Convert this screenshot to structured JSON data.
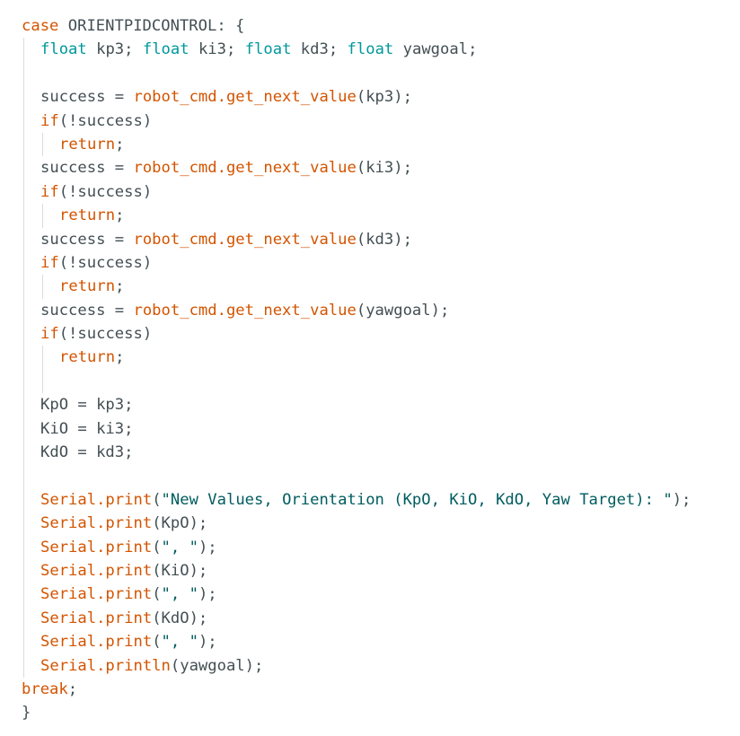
{
  "colors": {
    "background": "#ffffff",
    "default_text": "#434f54",
    "keyword": "#d35400",
    "type": "#00979c",
    "function": "#d35400",
    "string": "#005c5f",
    "indent_guide": "#d8dcde"
  },
  "code": {
    "lines": [
      {
        "indent": 0,
        "tokens": [
          {
            "k": "kw",
            "t": "case"
          },
          {
            "k": "id",
            "t": " ORIENTPIDCONTROL: {"
          }
        ]
      },
      {
        "indent": 1,
        "tokens": [
          {
            "k": "tp",
            "t": "float"
          },
          {
            "k": "id",
            "t": " kp3; "
          },
          {
            "k": "tp",
            "t": "float"
          },
          {
            "k": "id",
            "t": " ki3; "
          },
          {
            "k": "tp",
            "t": "float"
          },
          {
            "k": "id",
            "t": " kd3; "
          },
          {
            "k": "tp",
            "t": "float"
          },
          {
            "k": "id",
            "t": " yawgoal;"
          }
        ]
      },
      {
        "indent": 1,
        "tokens": []
      },
      {
        "indent": 1,
        "tokens": [
          {
            "k": "id",
            "t": "success = "
          },
          {
            "k": "fn",
            "t": "robot_cmd.get_next_value"
          },
          {
            "k": "id",
            "t": "(kp3);"
          }
        ]
      },
      {
        "indent": 1,
        "tokens": [
          {
            "k": "kw",
            "t": "if"
          },
          {
            "k": "id",
            "t": "(!success)"
          }
        ]
      },
      {
        "indent": 2,
        "tokens": [
          {
            "k": "kw",
            "t": "return"
          },
          {
            "k": "id",
            "t": ";"
          }
        ]
      },
      {
        "indent": 1,
        "tokens": [
          {
            "k": "id",
            "t": "success = "
          },
          {
            "k": "fn",
            "t": "robot_cmd.get_next_value"
          },
          {
            "k": "id",
            "t": "(ki3);"
          }
        ]
      },
      {
        "indent": 1,
        "tokens": [
          {
            "k": "kw",
            "t": "if"
          },
          {
            "k": "id",
            "t": "(!success)"
          }
        ]
      },
      {
        "indent": 2,
        "tokens": [
          {
            "k": "kw",
            "t": "return"
          },
          {
            "k": "id",
            "t": ";"
          }
        ]
      },
      {
        "indent": 1,
        "tokens": [
          {
            "k": "id",
            "t": "success = "
          },
          {
            "k": "fn",
            "t": "robot_cmd.get_next_value"
          },
          {
            "k": "id",
            "t": "(kd3);"
          }
        ]
      },
      {
        "indent": 1,
        "tokens": [
          {
            "k": "kw",
            "t": "if"
          },
          {
            "k": "id",
            "t": "(!success)"
          }
        ]
      },
      {
        "indent": 2,
        "tokens": [
          {
            "k": "kw",
            "t": "return"
          },
          {
            "k": "id",
            "t": ";"
          }
        ]
      },
      {
        "indent": 1,
        "tokens": [
          {
            "k": "id",
            "t": "success = "
          },
          {
            "k": "fn",
            "t": "robot_cmd.get_next_value"
          },
          {
            "k": "id",
            "t": "(yawgoal);"
          }
        ]
      },
      {
        "indent": 1,
        "tokens": [
          {
            "k": "kw",
            "t": "if"
          },
          {
            "k": "id",
            "t": "(!success)"
          }
        ]
      },
      {
        "indent": 2,
        "tokens": [
          {
            "k": "kw",
            "t": "return"
          },
          {
            "k": "id",
            "t": ";"
          }
        ]
      },
      {
        "indent": 2,
        "tokens": []
      },
      {
        "indent": 1,
        "tokens": [
          {
            "k": "id",
            "t": "KpO = kp3;"
          }
        ]
      },
      {
        "indent": 1,
        "tokens": [
          {
            "k": "id",
            "t": "KiO = ki3;"
          }
        ]
      },
      {
        "indent": 1,
        "tokens": [
          {
            "k": "id",
            "t": "KdO = kd3;"
          }
        ]
      },
      {
        "indent": 1,
        "tokens": []
      },
      {
        "indent": 1,
        "tokens": [
          {
            "k": "fn",
            "t": "Serial.print"
          },
          {
            "k": "id",
            "t": "("
          },
          {
            "k": "str",
            "t": "\"New Values, Orientation (KpO, KiO, KdO, Yaw Target): \""
          },
          {
            "k": "id",
            "t": ");"
          }
        ]
      },
      {
        "indent": 1,
        "tokens": [
          {
            "k": "fn",
            "t": "Serial.print"
          },
          {
            "k": "id",
            "t": "(KpO);"
          }
        ]
      },
      {
        "indent": 1,
        "tokens": [
          {
            "k": "fn",
            "t": "Serial.print"
          },
          {
            "k": "id",
            "t": "("
          },
          {
            "k": "str",
            "t": "\", \""
          },
          {
            "k": "id",
            "t": ");"
          }
        ]
      },
      {
        "indent": 1,
        "tokens": [
          {
            "k": "fn",
            "t": "Serial.print"
          },
          {
            "k": "id",
            "t": "(KiO);"
          }
        ]
      },
      {
        "indent": 1,
        "tokens": [
          {
            "k": "fn",
            "t": "Serial.print"
          },
          {
            "k": "id",
            "t": "("
          },
          {
            "k": "str",
            "t": "\", \""
          },
          {
            "k": "id",
            "t": ");"
          }
        ]
      },
      {
        "indent": 1,
        "tokens": [
          {
            "k": "fn",
            "t": "Serial.print"
          },
          {
            "k": "id",
            "t": "(KdO);"
          }
        ]
      },
      {
        "indent": 1,
        "tokens": [
          {
            "k": "fn",
            "t": "Serial.print"
          },
          {
            "k": "id",
            "t": "("
          },
          {
            "k": "str",
            "t": "\", \""
          },
          {
            "k": "id",
            "t": ");"
          }
        ]
      },
      {
        "indent": 1,
        "tokens": [
          {
            "k": "fn",
            "t": "Serial.println"
          },
          {
            "k": "id",
            "t": "(yawgoal);"
          }
        ]
      },
      {
        "indent": 0,
        "tokens": [
          {
            "k": "kw",
            "t": "break"
          },
          {
            "k": "id",
            "t": ";"
          }
        ]
      },
      {
        "indent": 0,
        "tokens": [
          {
            "k": "id",
            "t": "}"
          }
        ]
      }
    ]
  }
}
